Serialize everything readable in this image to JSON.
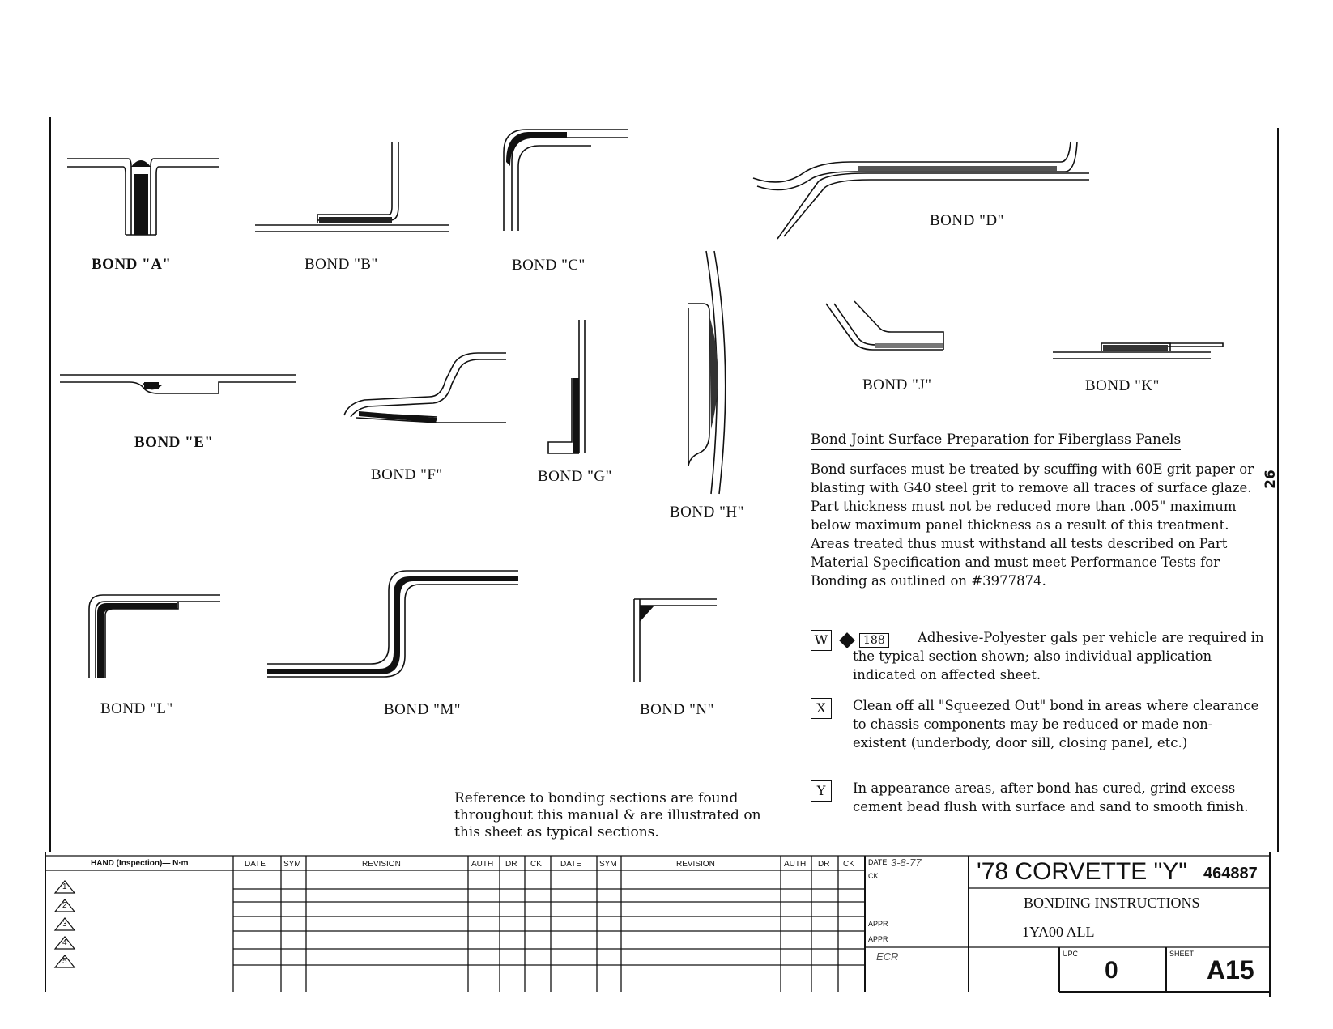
{
  "bond_labels": {
    "a": "BOND \"A\"",
    "b": "BOND \"B\"",
    "c": "BOND \"C\"",
    "d": "BOND \"D\"",
    "e": "BOND \"E\"",
    "f": "BOND \"F\"",
    "g": "BOND \"G\"",
    "h": "BOND \"H\"",
    "j": "BOND \"J\"",
    "k": "BOND \"K\"",
    "l": "BOND \"L\"",
    "m": "BOND \"M\"",
    "n": "BOND \"N\""
  },
  "notes": {
    "title": "Bond Joint Surface Preparation for Fiberglass Panels",
    "body": "Bond surfaces must be treated by scuffing with 60E grit paper or blasting with G40 steel grit to remove all traces of surface glaze. Part thickness must not be reduced more than .005\" maximum below maximum panel thickness as a result of this treatment. Areas treated thus must withstand all tests described on Part Material Specification and must meet Performance Tests for Bonding as outlined on #3977874.",
    "w_tag": "W",
    "w_number": "188",
    "w_text": "Adhesive-Polyester gals per vehicle are required in the typical section shown; also individual application indicated on affected sheet.",
    "x_tag": "X",
    "x_text": "Clean off all \"Squeezed Out\" bond in areas where clearance to chassis components may be reduced or made non-existent (underbody, door sill, closing panel, etc.)",
    "y_tag": "Y",
    "y_text": "In appearance areas, after bond has cured, grind excess cement bead flush with surface and sand to smooth finish."
  },
  "reference_note": "Reference to bonding sections are found throughout this manual & are illustrated on this sheet as typical sections.",
  "page_number": "26",
  "title_block": {
    "inspection_header": "HAND (Inspection)— N·m",
    "revision_numbers": [
      "1",
      "2",
      "3",
      "4",
      "5"
    ],
    "col_headers": [
      "DATE",
      "SYM",
      "REVISION",
      "AUTH",
      "DR",
      "CK",
      "DATE",
      "SYM",
      "REVISION",
      "AUTH",
      "DR",
      "CK"
    ],
    "sign_labels": [
      "DATE",
      "CK",
      "APPR",
      "APPR"
    ],
    "sign_date": "3-8-77",
    "ecr_text": "ECR",
    "model": "'78 CORVETTE \"Y\"",
    "drawing_number": "464887",
    "description": "BONDING INSTRUCTIONS",
    "applicability": "1YA00 ALL",
    "upc_label": "UPC",
    "upc_value": "0",
    "sheet_label": "SHEET",
    "sheet_value": "A15"
  }
}
